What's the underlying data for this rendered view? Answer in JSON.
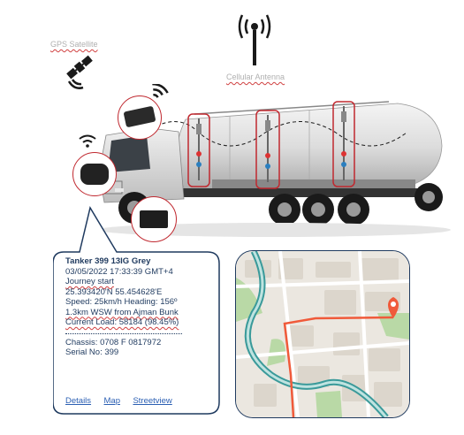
{
  "labels": {
    "gps": "GPS Satellite",
    "cellular": "Cellular Antenna"
  },
  "info": {
    "title": "Tanker 399 13IG Grey",
    "timestamp": "03/05/2022 17:33:39 GMT+4",
    "event": "Journey start",
    "coords": "25.393420'N  55.454628'E",
    "speed": "Speed: 25km/h Heading: 156º",
    "location": "1.3km WSW from Ajman Bunk",
    "load": "Current Load: 58184 (98.45%)",
    "chassis": "Chassis: 0708 F 0817972",
    "serial": "Serial No: 399"
  },
  "links": {
    "details": "Details",
    "map": "Map",
    "streetview": "Streetview"
  },
  "colors": {
    "accent_red": "#c0282f",
    "text_navy": "#1f3a5f",
    "link_blue": "#2b5fb3",
    "route": "#f05a3a",
    "river": "#3a9a9a"
  }
}
